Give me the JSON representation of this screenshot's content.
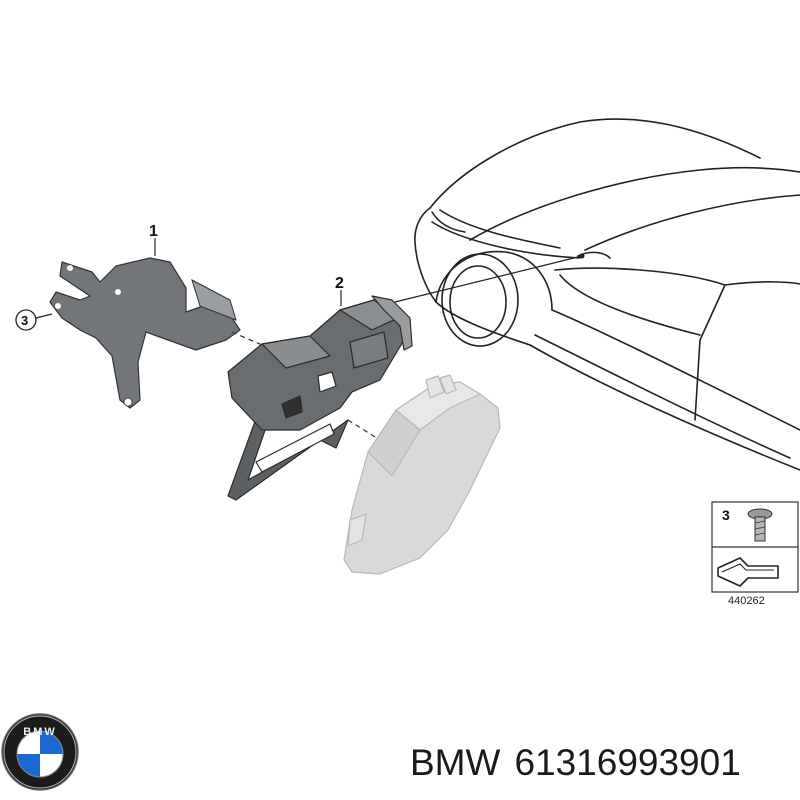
{
  "callouts": {
    "bracket": "1",
    "holder": "2",
    "screw": "3"
  },
  "legend": {
    "item_number": "3",
    "diagram_code": "440262"
  },
  "footer": {
    "brand": "BMW",
    "part_number": "61316993901"
  },
  "logo": {
    "text": "BMW"
  },
  "colors": {
    "bracket": "#6f7275",
    "holder": "#5f6265",
    "module": "#d6d6d6",
    "outline": "#222222",
    "logo_blue": "#1c69d4"
  }
}
